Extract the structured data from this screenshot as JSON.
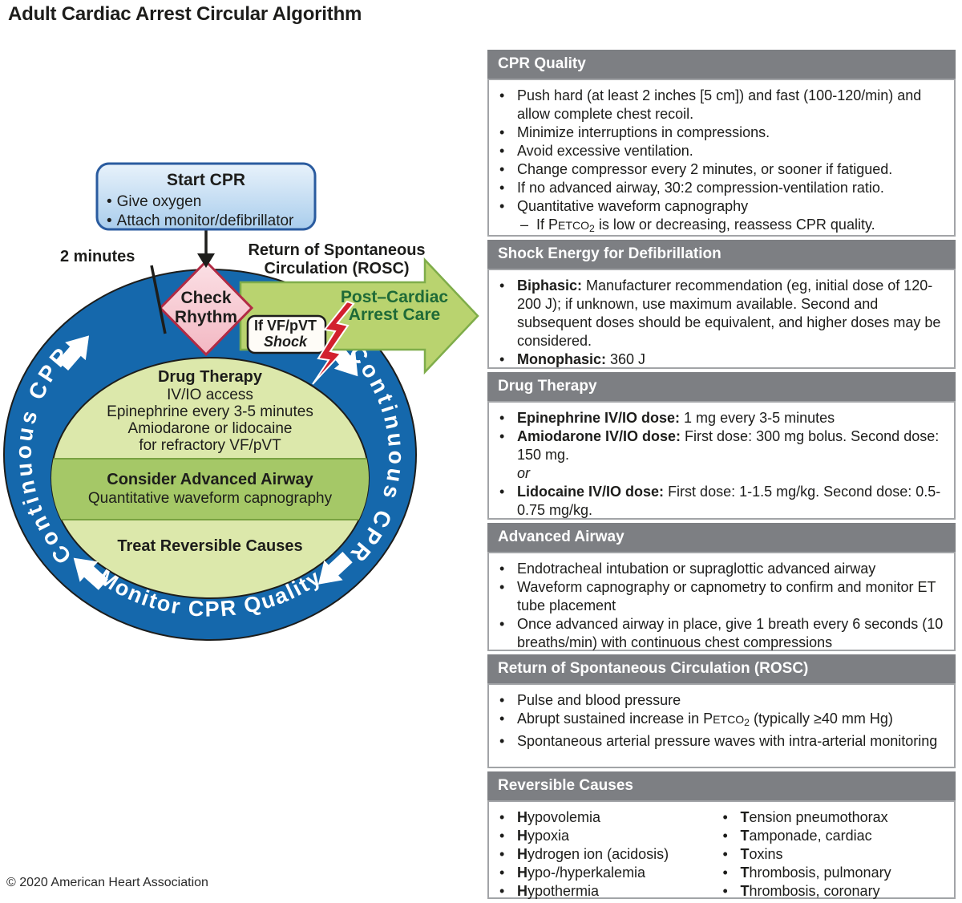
{
  "title": "Adult Cardiac Arrest Circular Algorithm",
  "copyright": "© 2020 American Heart Association",
  "bullet_char": "•",
  "colors": {
    "ring_blue": "#1568ac",
    "inner_light_green": "#dce8ab",
    "middle_band_green": "#a5c867",
    "arrow_green_fill": "#b9d36f",
    "arrow_green_border": "#7fad4a",
    "arrow_text_green": "#1e6a37",
    "panel_header_gray": "#7d7f83",
    "diamond_pink": "#f4bcc7",
    "diamond_border": "#b12b44",
    "start_box_blue": "#abcdec",
    "start_box_border": "#2a5b9f",
    "bolt_red": "#d2202e"
  },
  "diagram": {
    "start_box": {
      "title": "Start CPR",
      "bullets": [
        "Give oxygen",
        "Attach monitor/defibrillator"
      ]
    },
    "two_minutes": "2 minutes",
    "check_rhythm": [
      "Check",
      "Rhythm"
    ],
    "rosc_label": [
      "Return of Spontaneous",
      "Circulation (ROSC)"
    ],
    "arrow_label": [
      "Post–Cardiac",
      "Arrest Care"
    ],
    "shock_box": [
      "If VF/pVT",
      "Shock"
    ],
    "ring": {
      "left": "Continuous CPR",
      "right": "Continuous CPR",
      "bottom": "Monitor CPR Quality"
    },
    "inner": {
      "drug_title": "Drug Therapy",
      "drug_lines": [
        "IV/IO access",
        "Epinephrine every 3-5 minutes",
        "Amiodarone or lidocaine",
        "for refractory VF/pVT"
      ],
      "airway_title": "Consider Advanced Airway",
      "airway_line": "Quantitative waveform capnography",
      "causes_title": "Treat Reversible Causes"
    }
  },
  "panels": [
    {
      "title": "CPR Quality",
      "items": [
        {
          "text": "Push hard (at least 2 inches [5 cm]) and fast (100-120/min) and allow complete chest recoil."
        },
        {
          "text": "Minimize interruptions in compressions."
        },
        {
          "text": "Avoid excessive ventilation."
        },
        {
          "text": "Change compressor every 2 minutes, or sooner if fatigued."
        },
        {
          "text": "If no advanced airway, 30:2 compression-ventilation ratio."
        },
        {
          "text": "Quantitative waveform capnography"
        },
        {
          "dash": "–",
          "pre": "If P",
          "sc": "ETCO",
          "sub": "2",
          "post": " is low or decreasing, reassess CPR quality."
        }
      ]
    },
    {
      "title": "Shock Energy for Defibrillation",
      "items": [
        {
          "lead": "Biphasic:",
          "text": "Manufacturer recommendation (eg, initial dose of 120-200 J); if unknown, use maximum available. Second and subsequent doses should be equivalent, and higher doses may be considered."
        },
        {
          "lead": "Monophasic:",
          "text": "360 J"
        }
      ]
    },
    {
      "title": "Drug Therapy",
      "items": [
        {
          "lead": "Epinephrine IV/IO dose:",
          "text": "1 mg every 3-5 minutes"
        },
        {
          "lead": "Amiodarone IV/IO dose:",
          "text": "First dose: 300 mg bolus. Second dose: 150 mg."
        },
        {
          "or": "or"
        },
        {
          "lead": "Lidocaine IV/IO dose:",
          "text": "First dose: 1-1.5 mg/kg. Second dose: 0.5-0.75 mg/kg."
        }
      ]
    },
    {
      "title": "Advanced Airway",
      "items": [
        {
          "text": "Endotracheal intubation or supraglottic advanced airway"
        },
        {
          "text": "Waveform capnography or capnometry to confirm and monitor ET tube placement"
        },
        {
          "text": "Once advanced airway in place, give 1 breath every 6 seconds (10 breaths/min) with continuous chest compressions"
        }
      ]
    },
    {
      "title": "Return of Spontaneous Circulation (ROSC)",
      "items": [
        {
          "text": "Pulse and blood pressure"
        },
        {
          "pre": "Abrupt sustained increase in P",
          "sc": "ETCO",
          "sub": "2",
          "post": " (typically ≥40 mm Hg)"
        },
        {
          "text": "Spontaneous arterial pressure waves with intra-arterial monitoring"
        }
      ]
    },
    {
      "title": "Reversible Causes",
      "col1": [
        {
          "b": "H",
          "rest": "ypovolemia"
        },
        {
          "b": "H",
          "rest": "ypoxia"
        },
        {
          "b": "H",
          "rest": "ydrogen ion (acidosis)"
        },
        {
          "b": "H",
          "rest": "ypo-/hyperkalemia"
        },
        {
          "b": "H",
          "rest": "ypothermia"
        }
      ],
      "col2": [
        {
          "b": "T",
          "rest": "ension pneumothorax"
        },
        {
          "b": "T",
          "rest": "amponade, cardiac"
        },
        {
          "b": "T",
          "rest": "oxins"
        },
        {
          "b": "T",
          "rest": "hrombosis, pulmonary"
        },
        {
          "b": "T",
          "rest": "hrombosis, coronary"
        }
      ]
    }
  ]
}
